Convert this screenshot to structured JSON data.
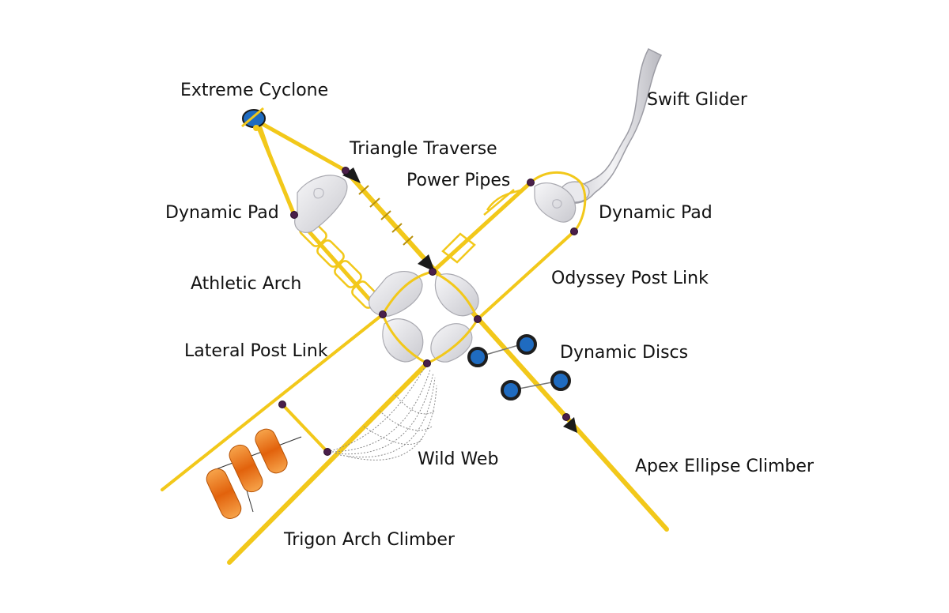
{
  "colors": {
    "frame": "#f2c81a",
    "frame_dark": "#b8900a",
    "node": "#4a1f4a",
    "pad": "#e4e4e8",
    "pad_edge": "#a9a9b0",
    "slide": "#dcdce0",
    "roller": "#f07a1a",
    "disc": "#1f6bc0",
    "disc_dark": "#1e1e1e",
    "net": "#8a8a8a"
  },
  "labels": {
    "extreme_cyclone": "Extreme Cyclone",
    "swift_glider": "Swift Glider",
    "triangle_traverse": "Triangle Traverse",
    "power_pipes": "Power Pipes",
    "dynamic_pad_left": "Dynamic Pad",
    "dynamic_pad_right": "Dynamic Pad",
    "athletic_arch": "Athletic Arch",
    "odyssey_post_link": "Odyssey Post Link",
    "lateral_post_link": "Lateral Post Link",
    "dynamic_discs": "Dynamic Discs",
    "wild_web": "Wild Web",
    "apex_ellipse_climber": "Apex Ellipse Climber",
    "trigon_arch_climber": "Trigon Arch Climber"
  }
}
